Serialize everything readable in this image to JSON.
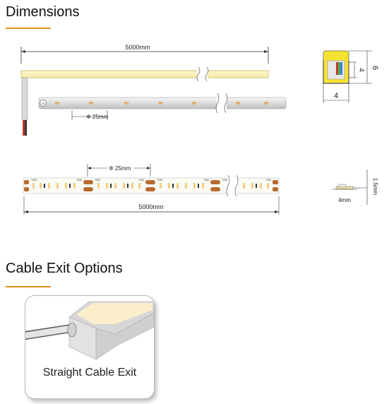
{
  "sections": {
    "dimensions_title": "Dimensions",
    "cable_exit_title": "Cable Exit Options"
  },
  "dimensions": {
    "top_length": "5000mm",
    "pitch_top": "25mm",
    "pitch_bottom": "25mm",
    "bottom_length": "5000mm",
    "profile_height_inner": "4",
    "profile_height_outer": "6",
    "profile_width": "4",
    "pcb_width": "4mm",
    "pcb_thickness": "1.5mm",
    "pcb_voltage_mark": "+24V"
  },
  "cable_exit": {
    "option_label": "Straight Cable Exit"
  },
  "colors": {
    "accent": "#e8901e",
    "warm_light": "#fbf4c8",
    "profile_green": "#4caf50",
    "profile_yellow": "#f6e233",
    "led_amber": "#e0a85a",
    "copper": "#b86a2e"
  }
}
